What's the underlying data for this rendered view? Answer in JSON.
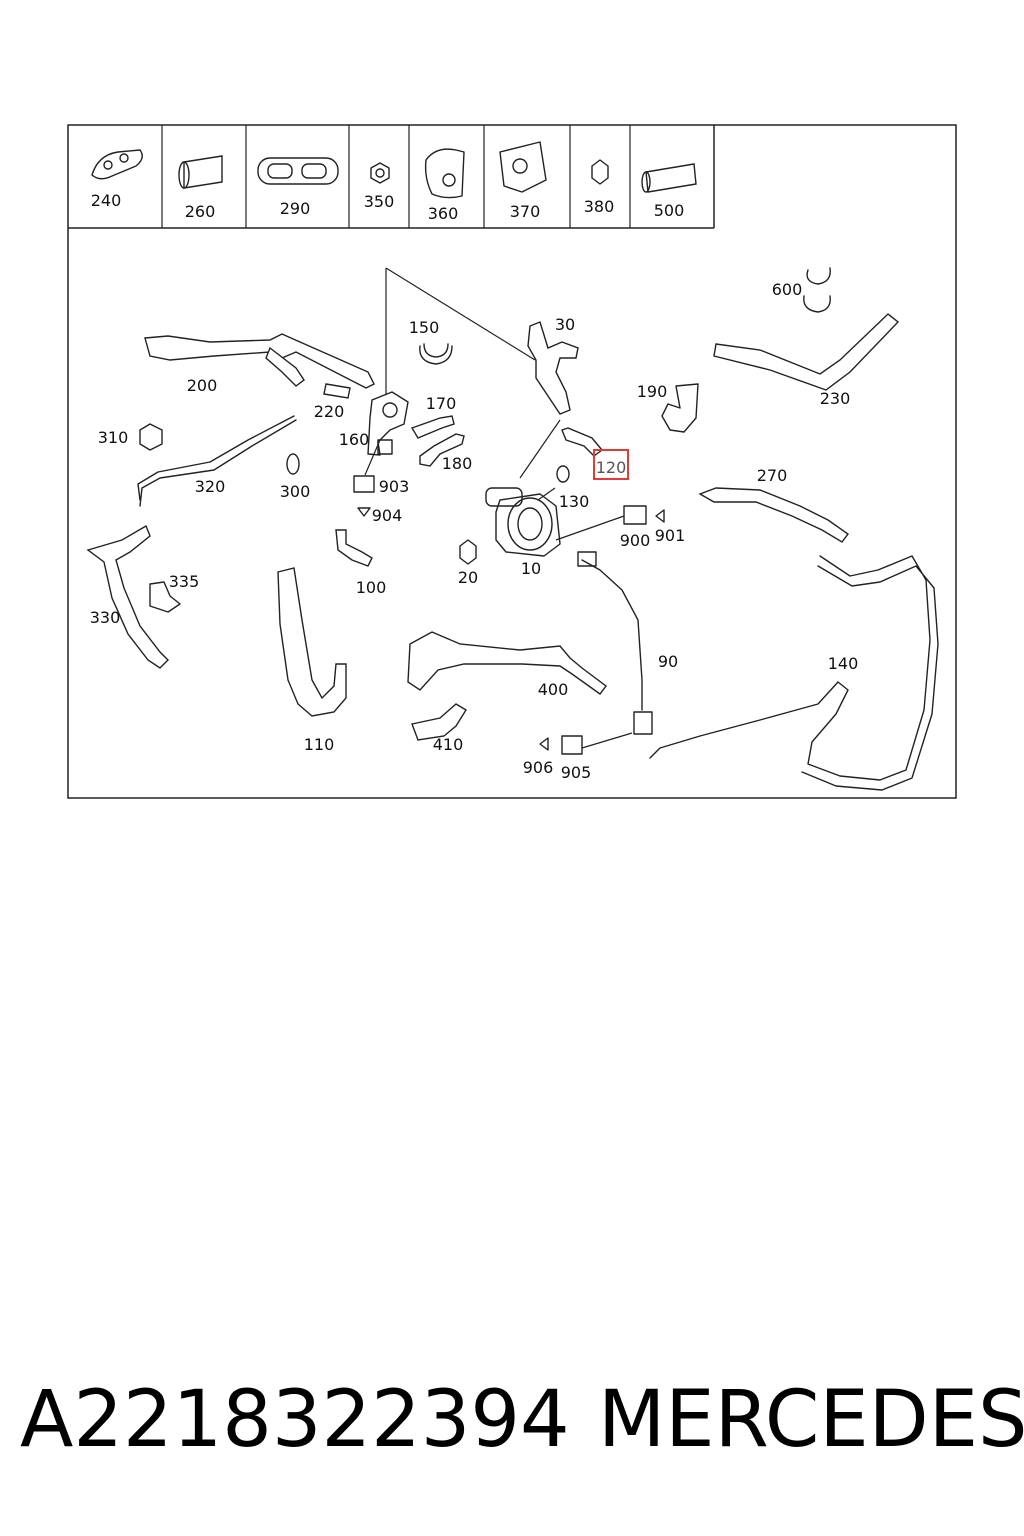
{
  "header_parts": [
    {
      "id": "h240",
      "label": "240"
    },
    {
      "id": "h260",
      "label": "260"
    },
    {
      "id": "h290",
      "label": "290"
    },
    {
      "id": "h350",
      "label": "350"
    },
    {
      "id": "h360",
      "label": "360"
    },
    {
      "id": "h370",
      "label": "370"
    },
    {
      "id": "h380",
      "label": "380"
    },
    {
      "id": "h500",
      "label": "500"
    }
  ],
  "callouts": {
    "c600": "600",
    "c30": "30",
    "c150": "150",
    "c200": "200",
    "c230": "230",
    "c190": "190",
    "c220": "220",
    "c170": "170",
    "c310": "310",
    "c160": "160",
    "c180": "180",
    "c120": "120",
    "c320": "320",
    "c903": "903",
    "c300": "300",
    "c130": "130",
    "c270": "270",
    "c904": "904",
    "c900": "900",
    "c901": "901",
    "c335": "335",
    "c100": "100",
    "c20": "20",
    "c10": "10",
    "c330": "330",
    "c90": "90",
    "c140": "140",
    "c400": "400",
    "c110": "110",
    "c410": "410",
    "c906": "906",
    "c905": "905"
  },
  "highlighted_callout": "120",
  "highlight_color": "#e53935",
  "footer": {
    "part_number": "A2218322394",
    "brand": "MERCEDES"
  }
}
